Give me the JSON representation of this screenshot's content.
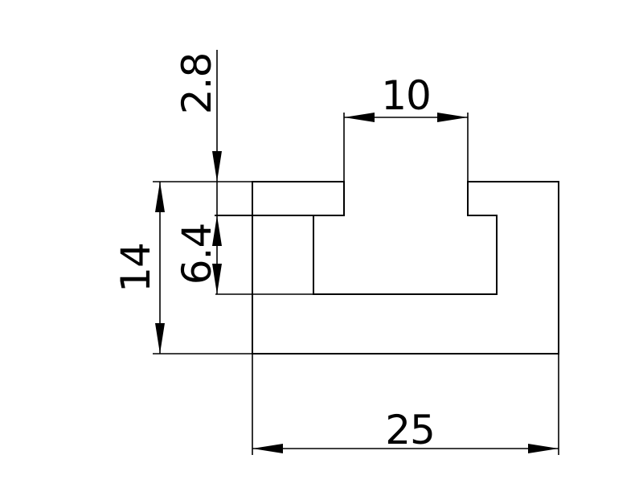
{
  "drawing": {
    "type": "technical-profile-cross-section",
    "dimensions": {
      "overall_width": "25",
      "overall_height": "14",
      "slot_opening": "10",
      "top_lip": "2.8",
      "inner_cavity_height": "6.4"
    }
  },
  "colors": {
    "line": "#000000",
    "background": "#ffffff"
  }
}
